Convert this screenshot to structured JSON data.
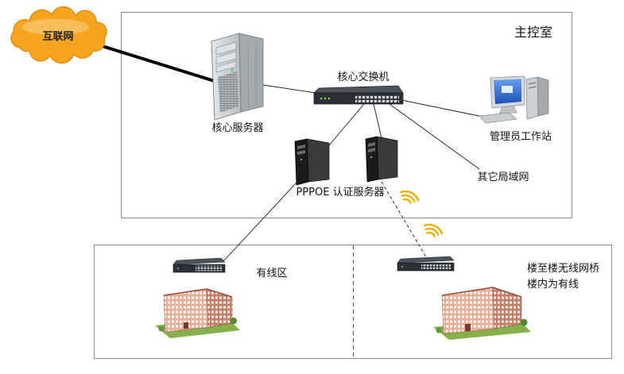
{
  "labels": {
    "internet": "互联网",
    "control_room": "主控室",
    "core_server": "核心服务器",
    "core_switch": "核心交换机",
    "admin_workstation": "管理员工作站",
    "pppoe_server": "PPPOE 认证服务器",
    "other_lan": "其它局域网",
    "wired_zone": "有线区",
    "wireless_bridge": "楼至楼无线网桥",
    "indoor_wired": "楼内为有线"
  },
  "icons": {
    "internet": "cloud-icon",
    "core_server": "server-tower-icon",
    "core_switch": "network-switch-icon",
    "admin_workstation": "desktop-computer-icon",
    "pppoe_servers": "server-tower-icon",
    "access_switches": "network-switch-icon",
    "wireless_link": "wifi-waves-icon",
    "buildings": "building-icon"
  },
  "colors": {
    "cloud": "#f7a51e",
    "cloud_border": "#d9870b",
    "wifi_waves": "#e8b100",
    "lawn": "#86b04c",
    "uplink": "#000000"
  }
}
